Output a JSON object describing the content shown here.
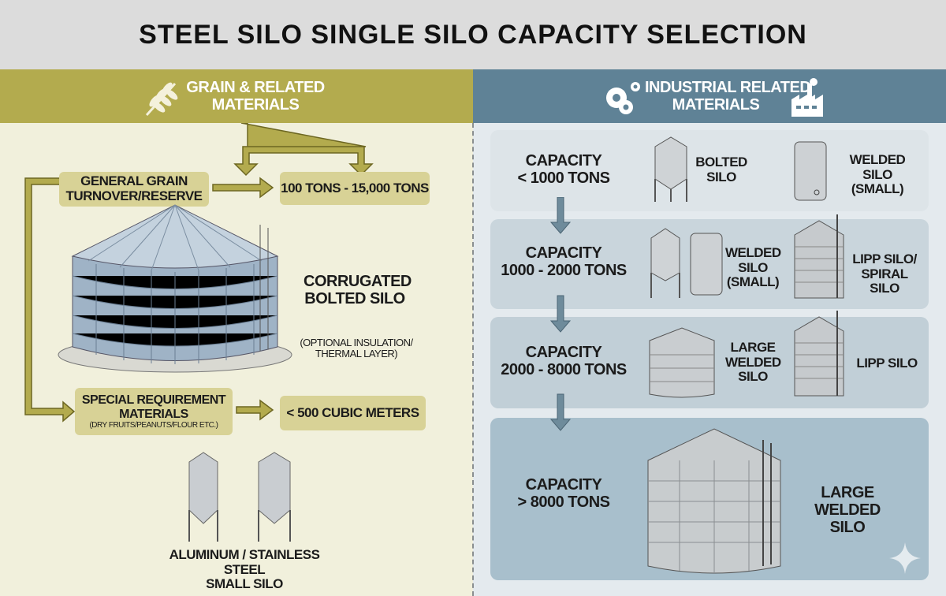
{
  "title": "STEEL SILO SINGLE SILO CAPACITY SELECTION",
  "left": {
    "header": {
      "line1": "GRAIN & RELATED",
      "line2": "MATERIALS",
      "icon": "wheat-icon"
    },
    "general_box": {
      "line1": "GENERAL GRAIN",
      "line2": "TURNOVER/RESERVE"
    },
    "general_capacity": "100 TONS - 15,000 TONS",
    "silo_label": {
      "line1": "CORRUGATED",
      "line2": "BOLTED SILO"
    },
    "insulation_note": {
      "line1": "(OPTIONAL INSULATION/",
      "line2": "THERMAL LAYER)"
    },
    "special_box": {
      "line1": "SPECIAL REQUIREMENT",
      "line2": "MATERIALS",
      "line3": "(DRY FRUITS/PEANUTS/FLOUR ETC.)"
    },
    "special_capacity": "< 500 CUBIC METERS",
    "small_silo_label": {
      "line1": "ALUMINUM / STAINLESS STEEL",
      "line2": "SMALL SILO"
    }
  },
  "right": {
    "header": {
      "line1": "INDUSTRIAL RELATED",
      "line2": "MATERIALS",
      "icons": [
        "gears-icon",
        "factory-icon"
      ]
    },
    "tiers": [
      {
        "cap1": "CAPACITY",
        "cap2": "< 1000 TONS",
        "a1": "BOLTED",
        "a2": "SILO",
        "b1": "WELDED SILO",
        "b2": "(SMALL)"
      },
      {
        "cap1": "CAPACITY",
        "cap2": "1000 - 2000 TONS",
        "a1": "WELDED",
        "a2": "SILO",
        "a3": "(SMALL)",
        "b1": "LIPP SILO/",
        "b2": "SPIRAL SILO"
      },
      {
        "cap1": "CAPACITY",
        "cap2": "2000 - 8000 TONS",
        "a1": "LARGE",
        "a2": "WELDED",
        "a3": "SILO",
        "b1": "LIPP SILO"
      },
      {
        "cap1": "CAPACITY",
        "cap2": "> 8000 TONS",
        "b1": "LARGE",
        "b2": "WELDED SILO"
      }
    ]
  },
  "colors": {
    "olive": "#b3ab4e",
    "slate": "#5f8296",
    "box": "#d8d296"
  }
}
